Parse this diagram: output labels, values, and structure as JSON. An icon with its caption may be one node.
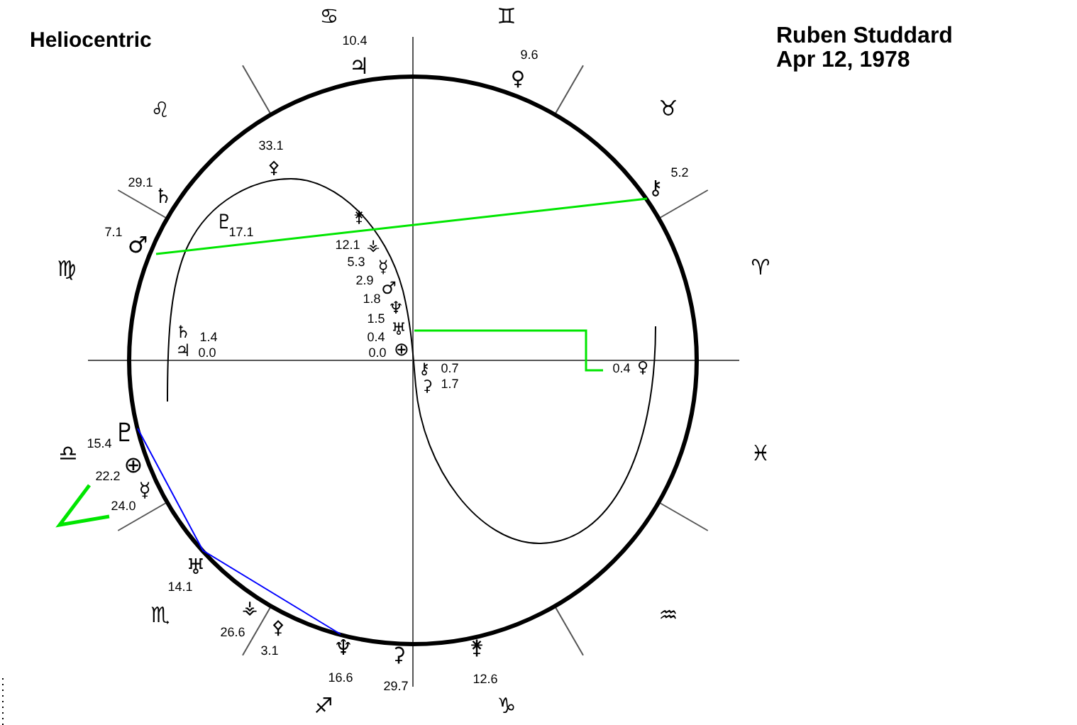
{
  "diagram": {
    "title": "Heliocentric",
    "labels": [
      "♋",
      "♊",
      "Ruben Studdard",
      "Apr 12, 1978",
      "10.4",
      "9.6",
      "♃",
      "♀",
      "♌",
      "♉",
      "33.1",
      "⚴",
      "5.2",
      "29.1",
      "⚷",
      "♄",
      "♇",
      "⚵",
      "7.1",
      "17.1",
      "12.1",
      "⚶",
      "♂",
      "5.3",
      "☿",
      "♍",
      "♈",
      "2.9",
      "♂",
      "1.8",
      "♆",
      "1.5",
      "♄",
      "1.4",
      "0.4",
      "♅",
      "♃",
      "0.0",
      "0.0",
      "⊕",
      "⚷",
      "0.7",
      "0.4",
      "♀",
      "⚳",
      "1.7",
      "♇",
      "15.4",
      "♎",
      "♓",
      "⊕",
      "22.2",
      "☿",
      "24.0",
      "♅",
      "14.1",
      "♏",
      "⚶",
      "♒",
      "⚴",
      "26.6",
      "♆",
      "⚳",
      "⚵",
      "3.1",
      "16.6",
      "12.6",
      "29.7",
      "♐",
      "♑"
    ]
  }
}
